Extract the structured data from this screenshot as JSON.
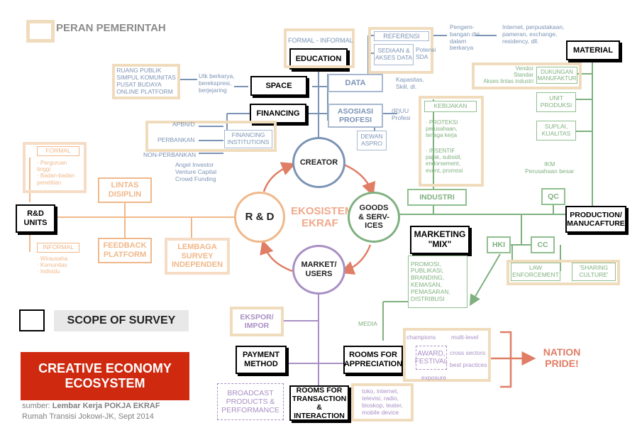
{
  "header": {
    "title": "PERAN PEMERINTAH"
  },
  "center": {
    "title": "EKOSISTEM\nEKRAF"
  },
  "circles": {
    "creator": "CREATOR",
    "goods": "GOODS\n& SERV-\nICES",
    "market": "MARKET/\nUSERS",
    "rnd": "R & D"
  },
  "scope_boxes": {
    "education": "EDUCATION",
    "space": "SPACE",
    "financing": "FINANCING",
    "material": "MATERIAL",
    "rnd_units": "R&D\nUNITS",
    "production": "PRODUCTION/\nMANUCAFTURE",
    "marketing_mix": "MARKETING\n\"MIX\"",
    "payment": "PAYMENT\nMETHOD",
    "rooms_appreciation": "ROOMS FOR\nAPPRECIATION",
    "rooms_transaction": "ROOMS FOR\nTRANSACTION\n& INTERACTION"
  },
  "education_group": {
    "formal": "FORMAL - INFORMAL"
  },
  "data_group": {
    "data": "DATA",
    "referensi": "REFERENSI",
    "sediaan": "SEDIAAN &\nAKSES DATA",
    "potensi": "Potensi\nSDA",
    "pengembangan": "Pengem-\nbangan diri\ndalam\nberkarya",
    "internet": "Internet, perpustakaan,\npameran, exchange,\nresidency, dll.",
    "kapasitas": "Kapasitas,\nSkill, dl."
  },
  "space_group": {
    "list": "RUANG PUBLIK\nSIMPUL KOMUNITAS\nPUSAT BUDAYA\nONLINE PLATFORM",
    "desc": "Utk berkarya,\nberekspresi,\nberjejaring"
  },
  "financing_group": {
    "apbn": "APBN/D",
    "perbankan": "PERBANKAN",
    "non_perbankan": "NON-PERBANKAN",
    "institutions": "FINANCING\nINSTITUTIONS",
    "investors": "Angel Investor\nVenture Capital\nCrowd Funding"
  },
  "asosiasi_group": {
    "asosiasi": "ASOSIASI\nPROFESI",
    "ruu": "(R)UU\nProfesi",
    "dewan": "DEWAN\nASPRO"
  },
  "rnd_group": {
    "formal": "FORMAL",
    "formal_items": "· Perguruan\n  tinggi\n· Badan-badan\n  penelitian",
    "informal": "INFORMAL",
    "informal_items": "· Wirausaha\n· Komunitas\n· Individu",
    "lintas": "LINTAS\nDISIPLIN",
    "feedback": "FEEDBACK\nPLATFORM",
    "lembaga": "LEMBAGA\nSURVEY\nINDEPENDEN"
  },
  "industry_group": {
    "kebijakan": "KEBIJAKAN",
    "proteksi": "· PROTEKSI\n  perusahaan,\n  tenaga kerja",
    "insentif": "· INSENTIF\n  pajak, subsidi,\n  endorsement,\n  event, promosi",
    "industri": "INDUSTRI",
    "ikm": "IKM\nPerusahaan besar",
    "qc": "QC"
  },
  "material_group": {
    "vendor": "Vendor\nStandar\nAkses lintas industri",
    "dukungan": "DUKUNGAN\nMANUFAKTUR",
    "unit": "UNIT\nPRODUKSI",
    "suplai": "SUPLAI,\nKUALITAS"
  },
  "hki_group": {
    "hki": "HKI",
    "cc": "CC",
    "law": "LAW\nENFORCEMENT",
    "sharing": "'SHARING\nCULTURE'"
  },
  "marketing_group": {
    "list": "PROMOSI,\nPUBLIKASI,\nBRANDING,\nKEMASAN,\nPEMASARAN,\nDISTRIBUSI",
    "media": "MEDIA"
  },
  "market_group": {
    "ekspor": "EKSPOR/\nIMPOR",
    "broadcast": "BROADCAST\nPRODUCTS &\nPERFORMANCE",
    "toko": "toko, internet,\ntelevisi, radio,\nbioskop, teater,\nmobile device"
  },
  "appreciation_group": {
    "champions": "champions",
    "multilevel": "multi-level",
    "award": "AWARD,\nFESTIVAL",
    "cross": "cross sectors",
    "best": "best practices",
    "exposure": "exposure",
    "nation_pride": "NATION\nPRIDE!"
  },
  "legend": {
    "scope": "SCOPE OF SURVEY",
    "banner": "CREATIVE ECONOMY\nECOSYSTEM",
    "source_prefix": "sumber: ",
    "source_bold": "Lembar Kerja POKJA EKRAF",
    "source_line2": "Rumah Transisi Jokowi-JK, Sept 2014"
  },
  "colors": {
    "blue": "#7b93b5",
    "green": "#7fb07f",
    "orange": "#f0b88a",
    "purple": "#a98fc4",
    "red": "#e07d65",
    "banner": "#cf2a10"
  }
}
